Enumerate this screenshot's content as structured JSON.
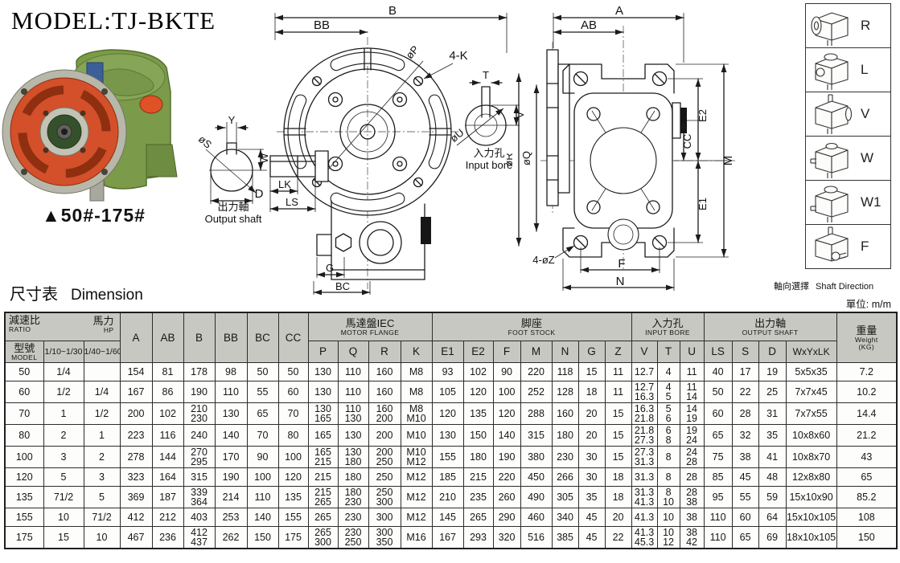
{
  "title": "MODEL:TJ-BKTE",
  "photo": {
    "caption": "▲50#-175#"
  },
  "drawings": {
    "output_shaft": {
      "y": "Y",
      "w": "W",
      "s": "øS",
      "d": "D",
      "label_cn": "出力軸",
      "label_en": "Output shaft"
    },
    "input_bore": {
      "t": "T",
      "v": "V",
      "u": "øU",
      "label_cn": "入力孔",
      "label_en": "Input bore"
    },
    "front_view": {
      "b": "B",
      "bb": "BB",
      "p": "øP",
      "k": "4-K",
      "lk": "LK",
      "ls": "LS",
      "g": "G",
      "bc": "BC"
    },
    "side_view": {
      "a": "A",
      "ab": "AB",
      "e2": "E2",
      "cc": "CC",
      "m": "M",
      "e1": "E1",
      "z": "4-øZ",
      "f": "F",
      "n": "N",
      "r": "øR",
      "q": "øQ"
    }
  },
  "shaft_direction": {
    "options": [
      "R",
      "L",
      "V",
      "W",
      "W1",
      "F"
    ],
    "caption_cn": "軸向選擇",
    "caption_en": "Shaft Direction"
  },
  "table": {
    "heading_cn": "尺寸表",
    "heading_en": "Dimension",
    "unit_label": "單位: m/m",
    "header": {
      "ratio_cn": "減速比",
      "ratio_en": "RATIO",
      "hp_cn": "馬力",
      "hp_en": "HP",
      "model_cn": "型號",
      "model_en": "MODEL",
      "ratio_col1": "1/10~1/30",
      "ratio_col2": "1/40~1/60",
      "dim_cols": [
        "A",
        "AB",
        "B",
        "BB",
        "BC",
        "CC"
      ],
      "groups": [
        {
          "cn": "馬達盤IEC",
          "en": "MOTOR FLANGE",
          "cols": [
            "P",
            "Q",
            "R",
            "K"
          ]
        },
        {
          "cn": "脚座",
          "en": "FOOT STOCK",
          "cols": [
            "E1",
            "E2",
            "F",
            "M",
            "N",
            "G",
            "Z"
          ]
        },
        {
          "cn": "入力孔",
          "en": "INPUT BORE",
          "cols": [
            "V",
            "T",
            "U"
          ]
        },
        {
          "cn": "出力軸",
          "en": "OUTPUT SHAFT",
          "cols": [
            "LS",
            "S",
            "D",
            "WxYxLK"
          ]
        }
      ],
      "weight_cn": "重量",
      "weight_en": "Weight",
      "weight_unit": "(KG)"
    },
    "col_keys": [
      "model",
      "hp-low",
      "hp-high",
      "A",
      "AB",
      "B",
      "BB",
      "BC",
      "CC",
      "P",
      "Q",
      "R",
      "K",
      "E1",
      "E2",
      "F",
      "M",
      "N",
      "G",
      "Z",
      "V",
      "T",
      "U",
      "LS",
      "S",
      "D",
      "WxYxLK",
      "weight-kg"
    ],
    "rows": [
      {
        "diagonal_blank_col": 2,
        "cells": [
          "50",
          "1/4",
          "",
          "154",
          "81",
          "178",
          "98",
          "50",
          "50",
          "130",
          "110",
          "160",
          "M8",
          "93",
          "102",
          "90",
          "220",
          "118",
          "15",
          "11",
          "12.7",
          "4",
          "11",
          "40",
          "17",
          "19",
          "5x5x35",
          "7.2"
        ]
      },
      {
        "cells": [
          "60",
          "1/2",
          "1/4",
          "167",
          "86",
          "190",
          "110",
          "55",
          "60",
          "130",
          "110",
          "160",
          "M8",
          "105",
          "120",
          "100",
          "252",
          "128",
          "18",
          "11",
          "12.7\n16.3",
          "4\n5",
          "11\n14",
          "50",
          "22",
          "25",
          "7x7x45",
          "10.2"
        ]
      },
      {
        "cells": [
          "70",
          "1",
          "1/2",
          "200",
          "102",
          "210\n230",
          "130",
          "65",
          "70",
          "130\n165",
          "110\n130",
          "160\n200",
          "M8\nM10",
          "120",
          "135",
          "120",
          "288",
          "160",
          "20",
          "15",
          "16.3\n21.8",
          "5\n6",
          "14\n19",
          "60",
          "28",
          "31",
          "7x7x55",
          "14.4"
        ]
      },
      {
        "cells": [
          "80",
          "2",
          "1",
          "223",
          "116",
          "240",
          "140",
          "70",
          "80",
          "165",
          "130",
          "200",
          "M10",
          "130",
          "150",
          "140",
          "315",
          "180",
          "20",
          "15",
          "21.8\n27.3",
          "6\n8",
          "19\n24",
          "65",
          "32",
          "35",
          "10x8x60",
          "21.2"
        ]
      },
      {
        "cells": [
          "100",
          "3",
          "2",
          "278",
          "144",
          "270\n295",
          "170",
          "90",
          "100",
          "165\n215",
          "130\n180",
          "200\n250",
          "M10\nM12",
          "155",
          "180",
          "190",
          "380",
          "230",
          "30",
          "15",
          "27.3\n31.3",
          "8",
          "24\n28",
          "75",
          "38",
          "41",
          "10x8x70",
          "43"
        ]
      },
      {
        "cells": [
          "120",
          "5",
          "3",
          "323",
          "164",
          "315",
          "190",
          "100",
          "120",
          "215",
          "180",
          "250",
          "M12",
          "185",
          "215",
          "220",
          "450",
          "266",
          "30",
          "18",
          "31.3",
          "8",
          "28",
          "85",
          "45",
          "48",
          "12x8x80",
          "65"
        ]
      },
      {
        "cells": [
          "135",
          "71/2",
          "5",
          "369",
          "187",
          "339\n364",
          "214",
          "110",
          "135",
          "215\n265",
          "180\n230",
          "250\n300",
          "M12",
          "210",
          "235",
          "260",
          "490",
          "305",
          "35",
          "18",
          "31.3\n41.3",
          "8\n10",
          "28\n38",
          "95",
          "55",
          "59",
          "15x10x90",
          "85.2"
        ]
      },
      {
        "cells": [
          "155",
          "10",
          "71/2",
          "412",
          "212",
          "403",
          "253",
          "140",
          "155",
          "265",
          "230",
          "300",
          "M12",
          "145",
          "265",
          "290",
          "460",
          "340",
          "45",
          "20",
          "41.3",
          "10",
          "38",
          "110",
          "60",
          "64",
          "15x10x105",
          "108"
        ]
      },
      {
        "cells": [
          "175",
          "15",
          "10",
          "467",
          "236",
          "412\n437",
          "262",
          "150",
          "175",
          "265\n300",
          "230\n250",
          "300\n350",
          "M16",
          "167",
          "293",
          "320",
          "516",
          "385",
          "45",
          "22",
          "41.3\n45.3",
          "10\n12",
          "38\n42",
          "110",
          "65",
          "69",
          "18x10x105",
          "150"
        ]
      }
    ]
  }
}
